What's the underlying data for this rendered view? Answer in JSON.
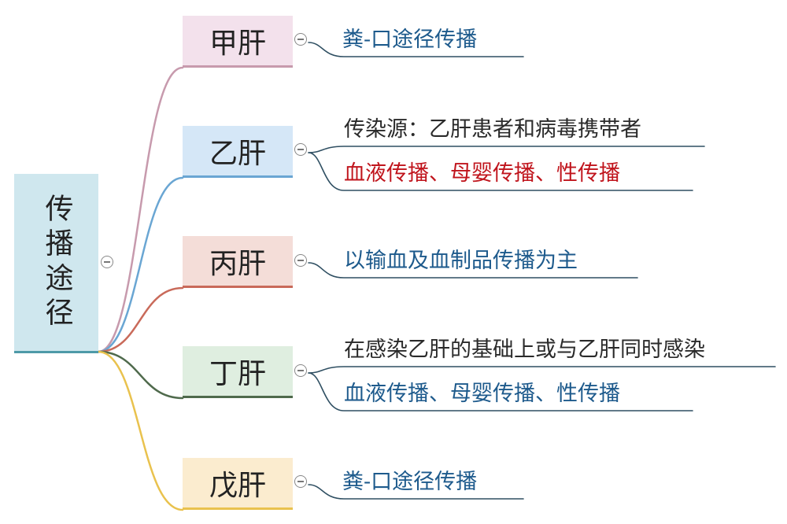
{
  "root": {
    "label": "传播途径"
  },
  "branches": [
    {
      "label": "甲肝",
      "color": "#c79aad",
      "fill": "#f3e1ec",
      "leaves": [
        {
          "text": "粪-口途径传播",
          "tone": "blue"
        }
      ]
    },
    {
      "label": "乙肝",
      "color": "#6aa6d3",
      "fill": "#d5e7f7",
      "leaves": [
        {
          "text": "传染源：乙肝患者和病毒携带者",
          "tone": "dark"
        },
        {
          "text": "血液传播、母婴传播、性传播",
          "tone": "red"
        }
      ]
    },
    {
      "label": "丙肝",
      "color": "#c96a5a",
      "fill": "#f4ddd8",
      "leaves": [
        {
          "text": "以输血及血制品传播为主",
          "tone": "blue"
        }
      ]
    },
    {
      "label": "丁肝",
      "color": "#4f6a4c",
      "fill": "#dfeee0",
      "leaves": [
        {
          "text": "在感染乙肝的基础上或与乙肝同时感染",
          "tone": "dark"
        },
        {
          "text": "血液传播、母婴传播、性传播",
          "tone": "blue"
        }
      ]
    },
    {
      "label": "戊肝",
      "color": "#e9c24e",
      "fill": "#fbeccf",
      "leaves": [
        {
          "text": "粪-口途径传播",
          "tone": "blue"
        }
      ]
    }
  ],
  "colors": {
    "root_fill": "#cfe7ee",
    "root_line": "#4e9aa8",
    "blue_text": "#1d5a8c",
    "red_text": "#c0141c"
  },
  "icons": {
    "collapse": "circle-minus-icon"
  }
}
